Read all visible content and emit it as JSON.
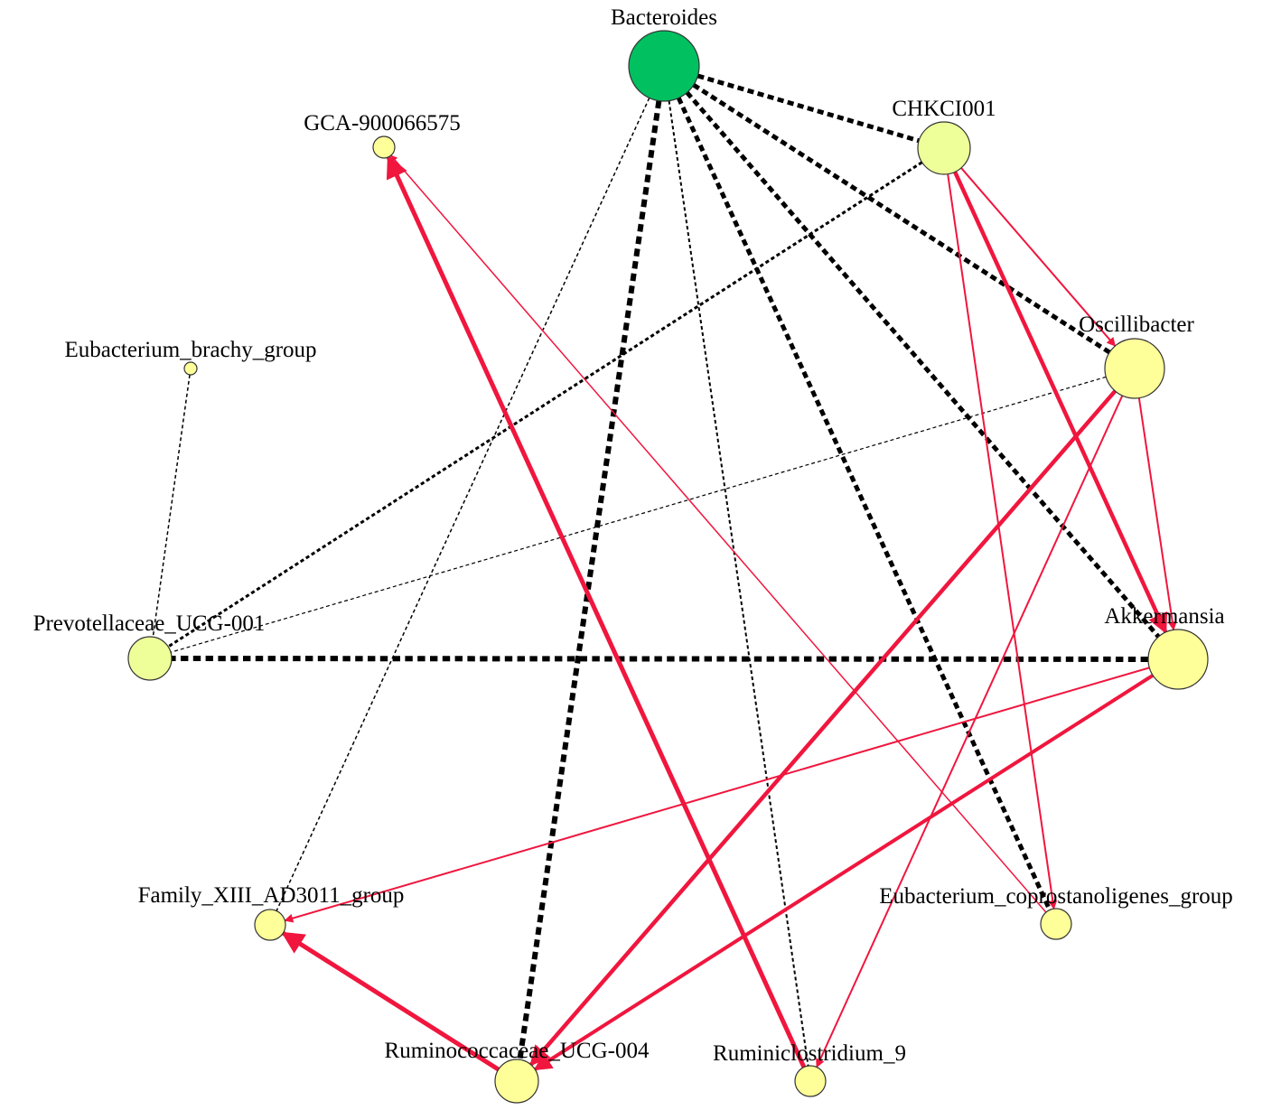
{
  "colors": {
    "hub_node": "#00c060",
    "node": "#ffff99",
    "node_alt": "#eeff99",
    "positive_edge": "#f0163e",
    "negative_edge": "#000000"
  },
  "nodes": [
    {
      "id": "bacteroides",
      "label": "Bacteroides",
      "fill": "#00c060"
    },
    {
      "id": "chkci001",
      "label": "CHKCI001",
      "fill": "#eeff99"
    },
    {
      "id": "gca",
      "label": "GCA-900066575",
      "fill": "#ffff99"
    },
    {
      "id": "eubrachy",
      "label": "Eubacterium_brachy_group",
      "fill": "#ffff99"
    },
    {
      "id": "oscillibacter",
      "label": "Oscillibacter",
      "fill": "#ffff99"
    },
    {
      "id": "prevotellaceae",
      "label": "Prevotellaceae_UCG-001",
      "fill": "#eeff99"
    },
    {
      "id": "akkermansia",
      "label": "Akkermansia",
      "fill": "#ffff99"
    },
    {
      "id": "familyxiii",
      "label": "Family_XIII_AD3011_group",
      "fill": "#ffff99"
    },
    {
      "id": "eubcopro",
      "label": "Eubacterium_coprostanoligenes_group",
      "fill": "#ffff99"
    },
    {
      "id": "ruminococcaceae",
      "label": "Ruminococcaceae_UCG-004",
      "fill": "#ffff99"
    },
    {
      "id": "ruminiclostridium",
      "label": "Ruminiclostridium_9",
      "fill": "#ffff99"
    }
  ],
  "edges": [
    {
      "from": "bacteroides",
      "to": "chkci001",
      "sign": "negative",
      "weight": 5
    },
    {
      "from": "bacteroides",
      "to": "oscillibacter",
      "sign": "negative",
      "weight": 5
    },
    {
      "from": "bacteroides",
      "to": "akkermansia",
      "sign": "negative",
      "weight": 5
    },
    {
      "from": "bacteroides",
      "to": "eubcopro",
      "sign": "negative",
      "weight": 5
    },
    {
      "from": "bacteroides",
      "to": "ruminococcaceae",
      "sign": "negative",
      "weight": 6
    },
    {
      "from": "bacteroides",
      "to": "ruminiclostridium",
      "sign": "negative",
      "weight": 2
    },
    {
      "from": "bacteroides",
      "to": "familyxiii",
      "sign": "negative",
      "weight": 1.5
    },
    {
      "from": "chkci001",
      "to": "prevotellaceae",
      "sign": "negative",
      "weight": 3
    },
    {
      "from": "oscillibacter",
      "to": "prevotellaceae",
      "sign": "negative",
      "weight": 1.2
    },
    {
      "from": "akkermansia",
      "to": "prevotellaceae",
      "sign": "negative",
      "weight": 6
    },
    {
      "from": "eubrachy",
      "to": "prevotellaceae",
      "sign": "negative",
      "weight": 1.5
    },
    {
      "from": "chkci001",
      "to": "oscillibacter",
      "sign": "positive",
      "weight": 2
    },
    {
      "from": "chkci001",
      "to": "akkermansia",
      "sign": "positive",
      "weight": 4.5
    },
    {
      "from": "chkci001",
      "to": "eubcopro",
      "sign": "positive",
      "weight": 2
    },
    {
      "from": "oscillibacter",
      "to": "akkermansia",
      "sign": "positive",
      "weight": 2
    },
    {
      "from": "oscillibacter",
      "to": "ruminococcaceae",
      "sign": "positive",
      "weight": 4.5
    },
    {
      "from": "oscillibacter",
      "to": "ruminiclostridium",
      "sign": "positive",
      "weight": 2
    },
    {
      "from": "akkermansia",
      "to": "familyxiii",
      "sign": "positive",
      "weight": 2
    },
    {
      "from": "akkermansia",
      "to": "ruminococcaceae",
      "sign": "positive",
      "weight": 4
    },
    {
      "from": "ruminococcaceae",
      "to": "familyxiii",
      "sign": "positive",
      "weight": 5
    },
    {
      "from": "ruminiclostridium",
      "to": "gca",
      "sign": "positive",
      "weight": 5
    },
    {
      "from": "eubcopro",
      "to": "gca",
      "sign": "positive",
      "weight": 1.5
    }
  ]
}
